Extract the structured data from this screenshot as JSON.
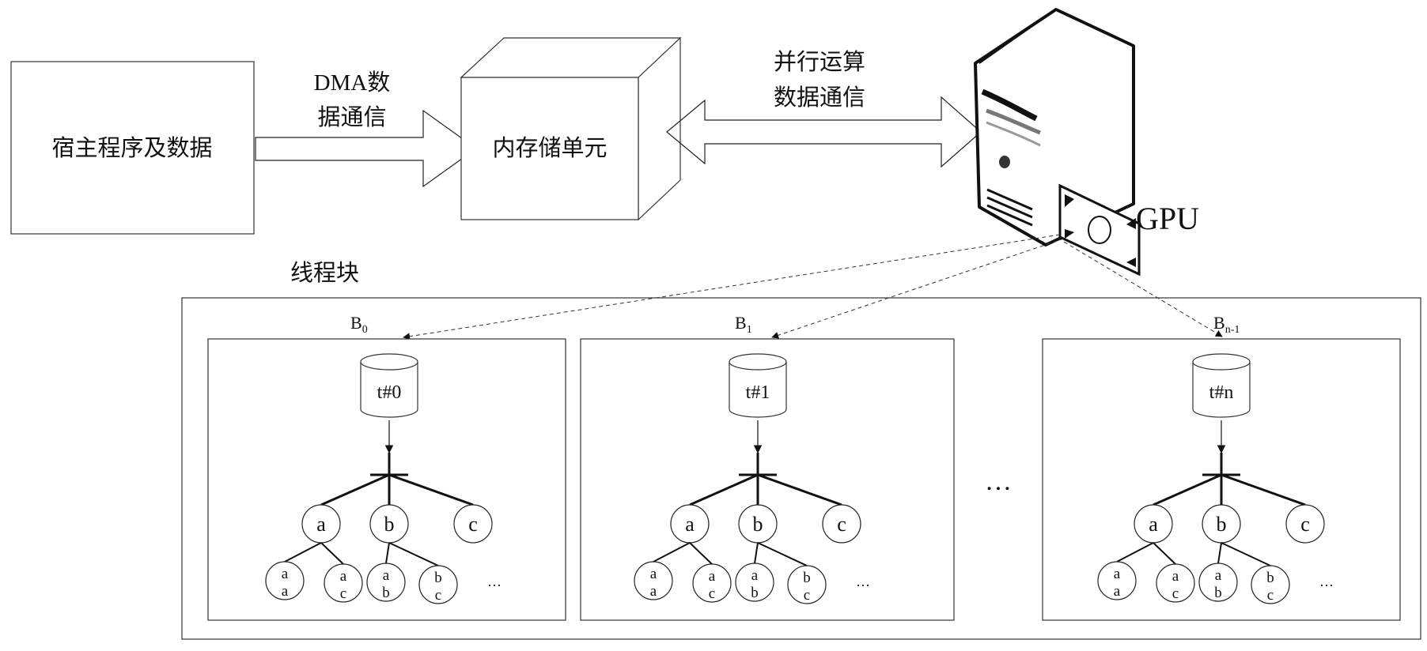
{
  "host": {
    "label": "宿主程序及数据"
  },
  "dma": {
    "line1": "DMA数",
    "line2": "据通信"
  },
  "memory": {
    "label": "内存储单元"
  },
  "parallel": {
    "line1": "并行运算",
    "line2": "数据通信"
  },
  "gpu": {
    "label": "GPU"
  },
  "thread_blocks": {
    "label": "线程块"
  },
  "ellipsis_between": "…",
  "blocks": [
    {
      "name": {
        "base": "B",
        "sub": "0"
      },
      "thread": "t#0",
      "top": [
        "a",
        "b",
        "c"
      ],
      "leaves": [
        [
          "a",
          "a"
        ],
        [
          "a",
          "c"
        ],
        [
          "a",
          "b"
        ],
        [
          "b",
          "c"
        ]
      ],
      "more": "…"
    },
    {
      "name": {
        "base": "B",
        "sub": "1"
      },
      "thread": "t#1",
      "top": [
        "a",
        "b",
        "c"
      ],
      "leaves": [
        [
          "a",
          "a"
        ],
        [
          "a",
          "c"
        ],
        [
          "a",
          "b"
        ],
        [
          "b",
          "c"
        ]
      ],
      "more": "…"
    },
    {
      "name": {
        "base": "B",
        "sub": "n-1"
      },
      "thread": "t#n",
      "top": [
        "a",
        "b",
        "c"
      ],
      "leaves": [
        [
          "a",
          "a"
        ],
        [
          "a",
          "c"
        ],
        [
          "a",
          "b"
        ],
        [
          "b",
          "c"
        ]
      ],
      "more": "…"
    }
  ]
}
